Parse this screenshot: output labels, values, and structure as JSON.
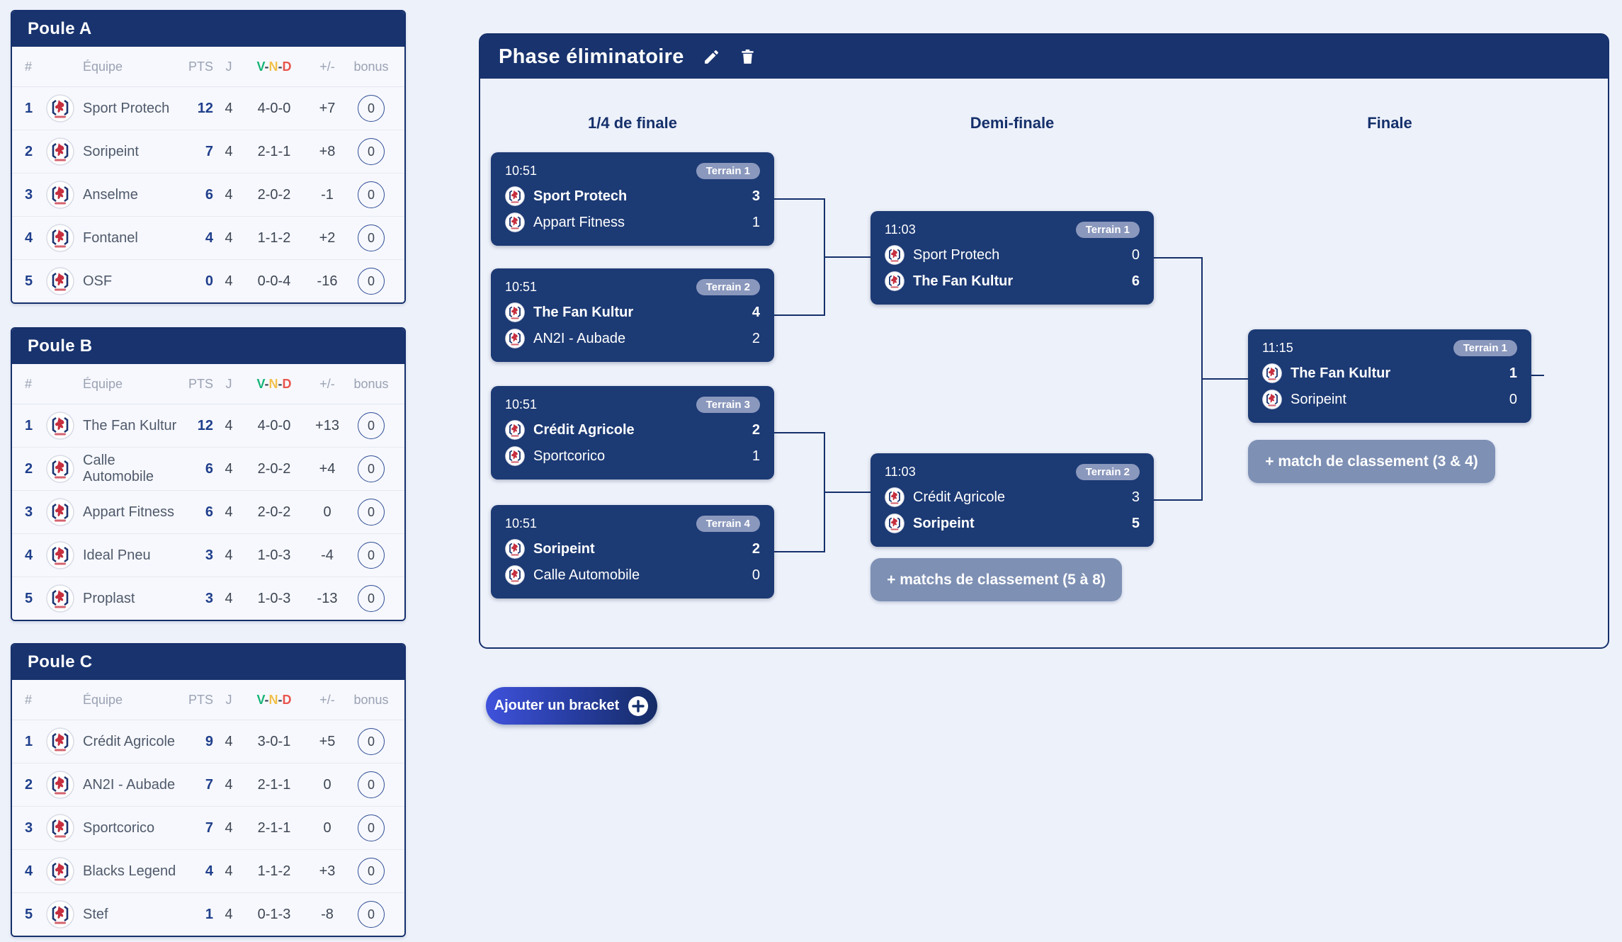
{
  "columns": {
    "rank": "#",
    "team": "Équipe",
    "pts": "PTS",
    "j": "J",
    "v": "V",
    "n": "N",
    "d": "D",
    "dash": "-",
    "diff": "+/-",
    "bonus": "bonus"
  },
  "pools": [
    {
      "title": "Poule A",
      "rows": [
        {
          "rank": "1",
          "team": "Sport Protech",
          "pts": "12",
          "j": "4",
          "vnd": "4-0-0",
          "diff": "+7",
          "bonus": "0"
        },
        {
          "rank": "2",
          "team": "Soripeint",
          "pts": "7",
          "j": "4",
          "vnd": "2-1-1",
          "diff": "+8",
          "bonus": "0"
        },
        {
          "rank": "3",
          "team": "Anselme",
          "pts": "6",
          "j": "4",
          "vnd": "2-0-2",
          "diff": "-1",
          "bonus": "0"
        },
        {
          "rank": "4",
          "team": "Fontanel",
          "pts": "4",
          "j": "4",
          "vnd": "1-1-2",
          "diff": "+2",
          "bonus": "0"
        },
        {
          "rank": "5",
          "team": "OSF",
          "pts": "0",
          "j": "4",
          "vnd": "0-0-4",
          "diff": "-16",
          "bonus": "0"
        }
      ]
    },
    {
      "title": "Poule B",
      "rows": [
        {
          "rank": "1",
          "team": "The Fan Kultur",
          "pts": "12",
          "j": "4",
          "vnd": "4-0-0",
          "diff": "+13",
          "bonus": "0"
        },
        {
          "rank": "2",
          "team": "Calle Automobile",
          "pts": "6",
          "j": "4",
          "vnd": "2-0-2",
          "diff": "+4",
          "bonus": "0"
        },
        {
          "rank": "3",
          "team": "Appart Fitness",
          "pts": "6",
          "j": "4",
          "vnd": "2-0-2",
          "diff": "0",
          "bonus": "0"
        },
        {
          "rank": "4",
          "team": "Ideal Pneu",
          "pts": "3",
          "j": "4",
          "vnd": "1-0-3",
          "diff": "-4",
          "bonus": "0"
        },
        {
          "rank": "5",
          "team": "Proplast",
          "pts": "3",
          "j": "4",
          "vnd": "1-0-3",
          "diff": "-13",
          "bonus": "0"
        }
      ]
    },
    {
      "title": "Poule C",
      "rows": [
        {
          "rank": "1",
          "team": "Crédit Agricole",
          "pts": "9",
          "j": "4",
          "vnd": "3-0-1",
          "diff": "+5",
          "bonus": "0"
        },
        {
          "rank": "2",
          "team": "AN2I - Aubade",
          "pts": "7",
          "j": "4",
          "vnd": "2-1-1",
          "diff": "0",
          "bonus": "0"
        },
        {
          "rank": "3",
          "team": "Sportcorico",
          "pts": "7",
          "j": "4",
          "vnd": "2-1-1",
          "diff": "0",
          "bonus": "0"
        },
        {
          "rank": "4",
          "team": "Blacks Legend",
          "pts": "4",
          "j": "4",
          "vnd": "1-1-2",
          "diff": "+3",
          "bonus": "0"
        },
        {
          "rank": "5",
          "team": "Stef",
          "pts": "1",
          "j": "4",
          "vnd": "0-1-3",
          "diff": "-8",
          "bonus": "0"
        }
      ]
    }
  ],
  "bracket": {
    "title": "Phase éliminatoire",
    "rounds": [
      {
        "label": "1/4 de finale",
        "matches": [
          {
            "time": "10:51",
            "terrain": "Terrain 1",
            "teams": [
              {
                "name": "Sport Protech",
                "score": "3",
                "winner": true
              },
              {
                "name": "Appart Fitness",
                "score": "1",
                "winner": false
              }
            ]
          },
          {
            "time": "10:51",
            "terrain": "Terrain 2",
            "teams": [
              {
                "name": "The Fan Kultur",
                "score": "4",
                "winner": true
              },
              {
                "name": "AN2I - Aubade",
                "score": "2",
                "winner": false
              }
            ]
          },
          {
            "time": "10:51",
            "terrain": "Terrain 3",
            "teams": [
              {
                "name": "Crédit Agricole",
                "score": "2",
                "winner": true
              },
              {
                "name": "Sportcorico",
                "score": "1",
                "winner": false
              }
            ]
          },
          {
            "time": "10:51",
            "terrain": "Terrain 4",
            "teams": [
              {
                "name": "Soripeint",
                "score": "2",
                "winner": true
              },
              {
                "name": "Calle Automobile",
                "score": "0",
                "winner": false
              }
            ]
          }
        ]
      },
      {
        "label": "Demi-finale",
        "matches": [
          {
            "time": "11:03",
            "terrain": "Terrain 1",
            "teams": [
              {
                "name": "Sport Protech",
                "score": "0",
                "winner": false
              },
              {
                "name": "The Fan Kultur",
                "score": "6",
                "winner": true
              }
            ]
          },
          {
            "time": "11:03",
            "terrain": "Terrain 2",
            "teams": [
              {
                "name": "Crédit Agricole",
                "score": "3",
                "winner": false
              },
              {
                "name": "Soripeint",
                "score": "5",
                "winner": true
              }
            ]
          }
        ]
      },
      {
        "label": "Finale",
        "matches": [
          {
            "time": "11:15",
            "terrain": "Terrain 1",
            "teams": [
              {
                "name": "The Fan Kultur",
                "score": "1",
                "winner": true
              },
              {
                "name": "Soripeint",
                "score": "0",
                "winner": false
              }
            ]
          }
        ]
      }
    ]
  },
  "buttons": {
    "classement34": "+ match de classement (3 & 4)",
    "classement58": "+ matchs de classement (5 à 8)",
    "add_bracket": "Ajouter un bracket"
  },
  "colors": {
    "page_bg": "#edf1fa",
    "navy": "#15306b",
    "header_navy": "#18336e",
    "card_navy": "#1c3a74",
    "terrain_badge": "#8b98bd",
    "classement_button": "#7e90b4",
    "win_green": "#17b578",
    "draw_yellow": "#f2c14b",
    "loss_red": "#e8554d",
    "logo_red": "#c62f3f",
    "add_gradient_start": "#3f52dc",
    "add_gradient_end": "#152c66"
  }
}
